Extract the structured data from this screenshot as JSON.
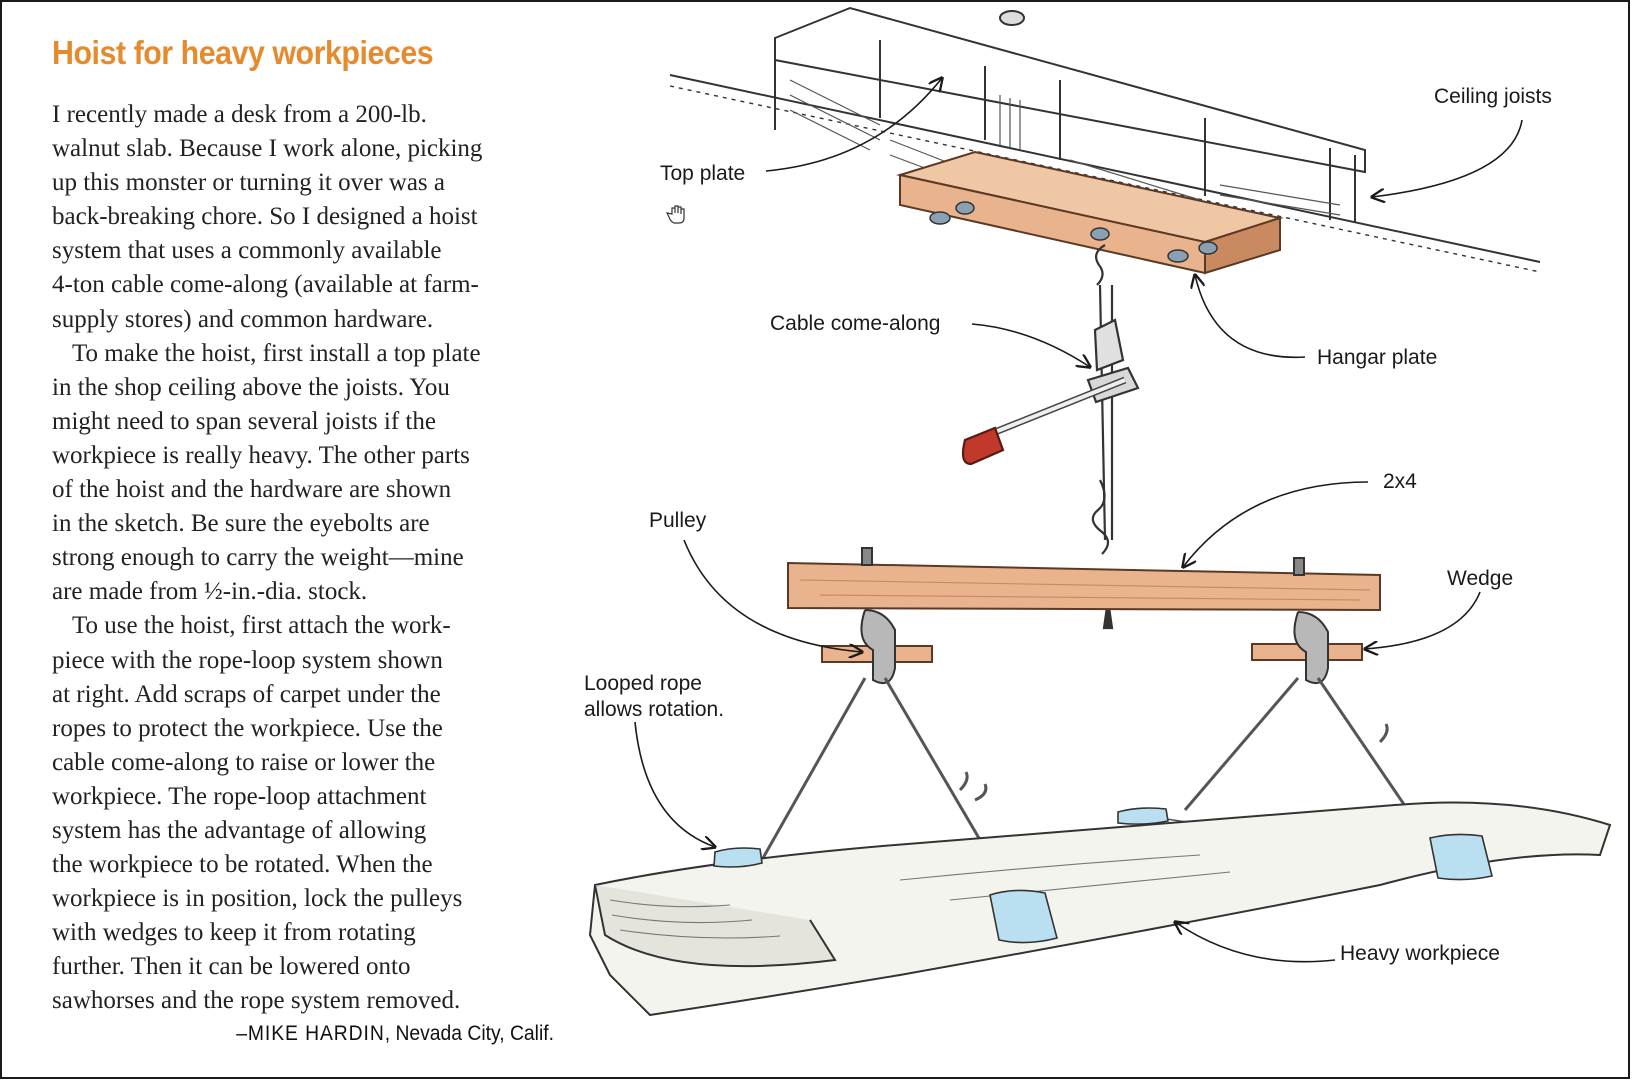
{
  "article": {
    "title": "Hoist for heavy workpieces",
    "body_lines": [
      "I recently made a desk from a 200-lb.",
      "walnut slab. Because I work alone, picking",
      "up this monster or turning it over was a",
      "back-breaking chore. So I designed a hoist",
      "system that uses a commonly available",
      "4-ton cable come-along (available at farm-",
      "supply stores) and common hardware.",
      "To make the hoist, first install a top plate",
      "in the shop ceiling above the joists. You",
      "might need to span several joists if the",
      "workpiece is really heavy. The other parts",
      "of the hoist and the hardware are shown",
      "in the sketch. Be sure the eyebolts are",
      "strong enough to carry the weight—mine",
      "are made from ½-in.-dia. stock.",
      "To use the hoist, first attach the work-",
      "piece with the rope-loop system shown",
      "at right. Add scraps of carpet under the",
      "ropes to protect the workpiece. Use the",
      "cable come-along to raise or lower the",
      "workpiece. The rope-loop attachment",
      "system has the advantage of allowing",
      "the workpiece to be rotated. When the",
      "workpiece is in position, lock the pulleys",
      "with wedges to keep it from rotating",
      "further. Then it can be lowered onto",
      "sawhorses and the rope system removed."
    ],
    "byline_name": "–MIKE HARDIN",
    "byline_place": ", Nevada City, Calif."
  },
  "illustration": {
    "labels": {
      "ceiling_joists": "Ceiling joists",
      "top_plate": "Top plate",
      "cable_come_along": "Cable come-along",
      "hangar_plate": "Hangar plate",
      "two_by_four": "2x4",
      "pulley": "Pulley",
      "wedge": "Wedge",
      "looped_rope_1": "Looped rope",
      "looped_rope_2": "allows rotation.",
      "heavy_workpiece": "Heavy workpiece"
    }
  },
  "colors": {
    "title": "#e68a2e",
    "wood": "#e9b48d",
    "wood_dark": "#c98a62",
    "handle_grip": "#c0392b",
    "carpet": "#b9dff0",
    "workpiece": "#f4f4ef"
  }
}
